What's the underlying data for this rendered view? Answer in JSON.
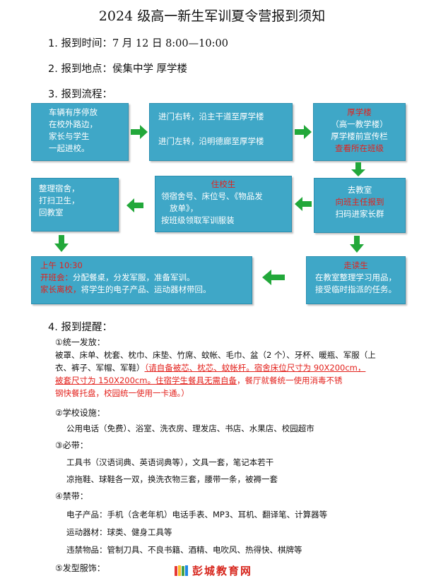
{
  "title": "2024 级高一新生军训夏令营报到须知",
  "s1": {
    "label": "1.  报到时间：",
    "value": "7 月 12 日 8:00—10:00"
  },
  "s2": {
    "label": "2.  报到地点：",
    "value": "侯集中学   厚学楼"
  },
  "s3": {
    "label": "3.  报到流程："
  },
  "flow": {
    "b1": [
      "车辆有序停放",
      "在校外路边，",
      "家长与学生",
      "一起进校。"
    ],
    "b2": [
      "进门右转，沿主干道至厚学楼",
      "进门左转，沿明德廊至厚学楼"
    ],
    "b3": {
      "title": "厚学楼",
      "sub": "（高一教学楼）",
      "l3": "厚学楼前宣传栏",
      "l4": "查看所在班级"
    },
    "b4": {
      "l1": "去教室",
      "l2": "向班主任报到",
      "l3": "扫码进家长群"
    },
    "b5": {
      "title": "住校生",
      "l1": "领宿舍号、床位号、《物品发",
      "l2": "放单》，",
      "l3": "按班级领取军训服装"
    },
    "b6": [
      "整理宿舍，",
      "打扫卫生，",
      "回教室"
    ],
    "b7": {
      "title": "走读生",
      "l1": "在教室整理学习用品，",
      "l2": "接受临时指派的任务。"
    },
    "b8": {
      "l1": "上午 10:30",
      "l2a": "开班会：",
      "l2b": "分配餐桌，分发军服，准备军训。",
      "l3a": "家长离校，",
      "l3b": "将学生的电子产品、运动器材带回。"
    }
  },
  "s4": {
    "label": "4.  报到提醒："
  },
  "r1": {
    "head": "①统一发放：",
    "line1": "被罩、床单、枕套、枕巾、床垫、竹席、蚊帐、毛巾、盆（2 个）、牙杯、暖瓶、军服（上",
    "line2a": "衣、裤子、军帽、军鞋）",
    "line2b": "（请自备被芯、枕芯、蚊帐杆。宿舍床位尺寸为 90X200cm，",
    "line3a": "被套尺寸为 150X200cm。住宿学生餐具无需自备",
    "line3b": "，餐厅就餐统一使用消毒不锈",
    "line4": "钢快餐托盘，校园统一使用一卡通。）"
  },
  "r2": {
    "head": "②学校设施：",
    "line": "公用电话（免费）、浴室、洗衣房、理发店、书店、水果店、校园超市"
  },
  "r3": {
    "head": "③必带：",
    "line1": "工具书（汉语词典、英语词典等），文具一套，笔记本若干",
    "line2": "凉拖鞋、球鞋各一双，换洗衣物三套，腰带一条，被褥一套"
  },
  "r4": {
    "head": "④禁带：",
    "line1": "电子产品：手机（含老年机）电话手表、MP3、耳机、翻译笔、计算器等",
    "line2": "运动器材：球类、健身工具等",
    "line3": "违禁物品：管制刀具、不良书籍、酒精、电吹风、热得快、棋牌等"
  },
  "r5": {
    "head": "⑤发型服饰："
  },
  "watermark": "彭城教育网",
  "colors": {
    "box": "#3fa7c7",
    "arrow": "#22a83a",
    "red": "#e3211c"
  }
}
